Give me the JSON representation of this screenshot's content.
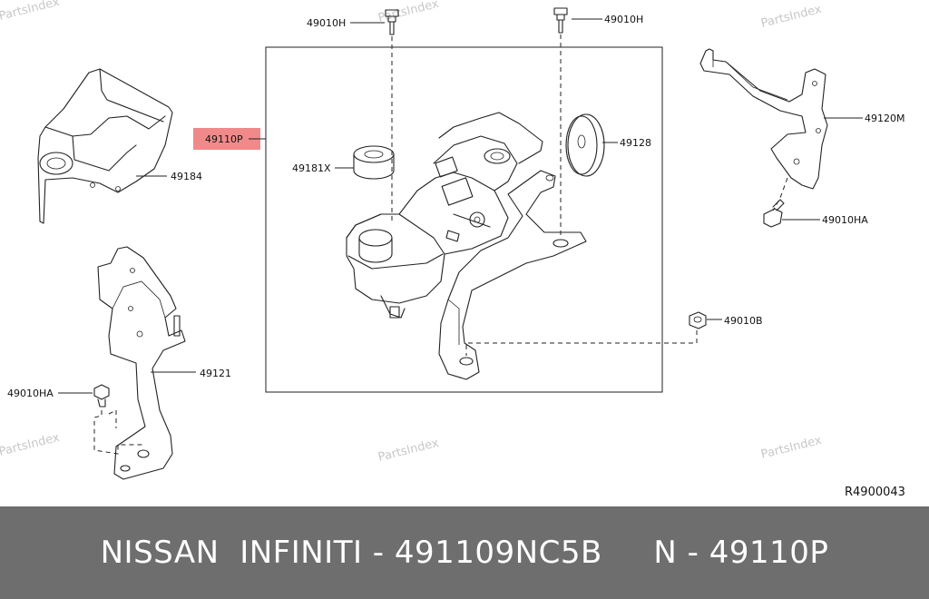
{
  "watermark": "PartsIndex",
  "diagram_ref": "R4900043",
  "labels": {
    "p49010H_left": "49010H",
    "p49010H_right": "49010H",
    "p49110P": "49110P",
    "p49181X": "49181X",
    "p49128": "49128",
    "p49184": "49184",
    "p49120M": "49120M",
    "p49010HA_right": "49010HA",
    "p49010B": "49010B",
    "p49121": "49121",
    "p49010HA_left": "49010HA"
  },
  "highlight_color": "#f08a8a",
  "footer": {
    "brand": "NISSAN  INFINITI",
    "sep1": " - ",
    "part_number": "491109NC5B",
    "gap": "     ",
    "n_prefix": "N",
    "sep2": " - ",
    "code": "49110P"
  }
}
